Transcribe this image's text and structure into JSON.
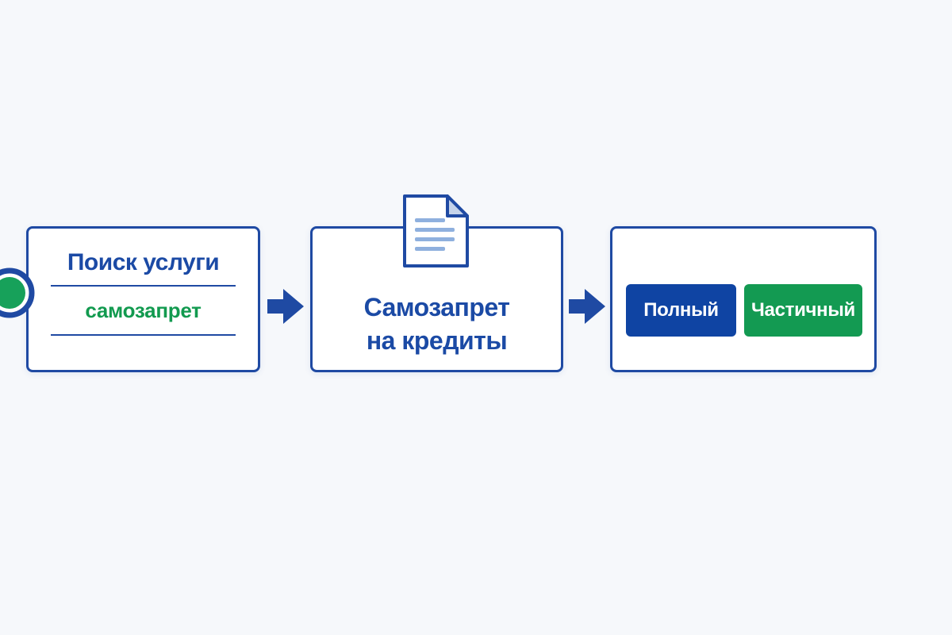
{
  "search": {
    "title": "Поиск услуги",
    "query": "самозапрет",
    "icon": "magnifier-icon"
  },
  "service": {
    "title_line1": "Самозапрет",
    "title_line2": "на кредиты",
    "icon": "document-icon"
  },
  "options": {
    "full_label": "Полный",
    "partial_label": "Частичный"
  },
  "connectors": {
    "icon": "arrow-right-icon"
  },
  "colors": {
    "primary": "#1f4aa3",
    "accent_green": "#129a4f",
    "background": "#f6f8fb"
  }
}
